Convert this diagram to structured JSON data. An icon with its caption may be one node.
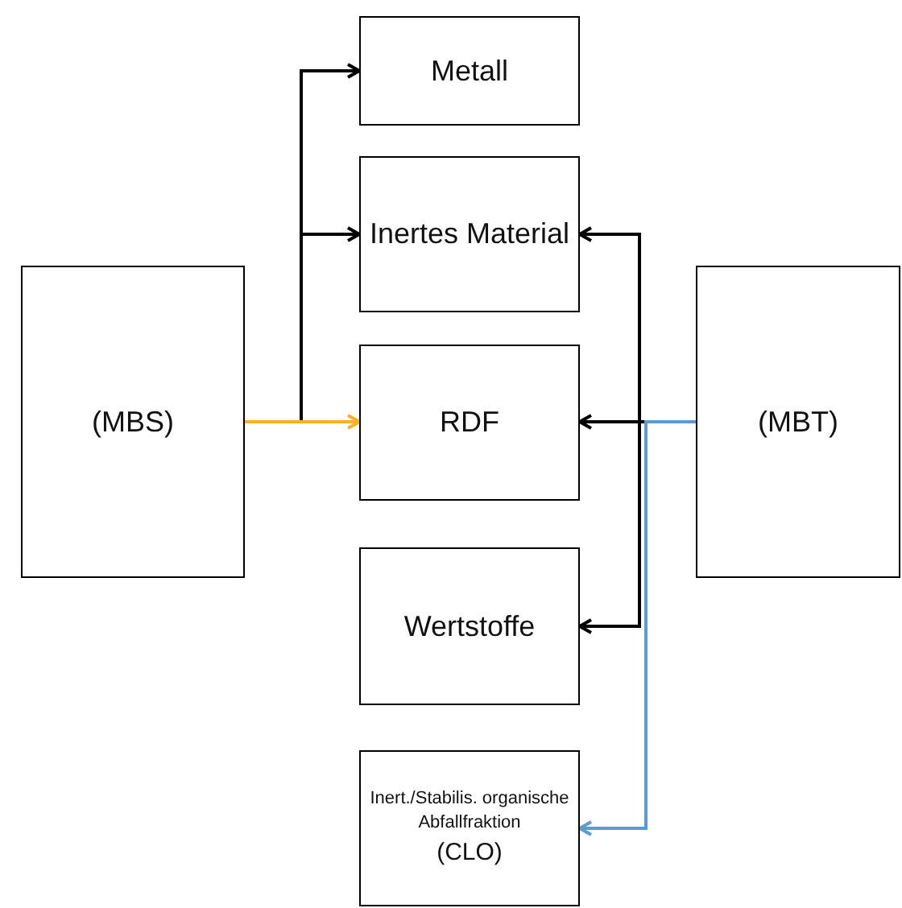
{
  "diagram": {
    "nodes": [
      {
        "text": [
          "(MBS)"
        ]
      },
      {
        "text": [
          "Metall"
        ]
      },
      {
        "text": [
          "Inertes Material"
        ]
      },
      {
        "text": [
          "RDF"
        ]
      },
      {
        "text": [
          "Wertstoffe"
        ]
      },
      {
        "text": [
          "Inert./Stabilis. organische Abfallfraktion",
          "(CLO)"
        ]
      },
      {
        "text": [
          "(MBT)"
        ]
      }
    ],
    "edges": [
      {
        "from": 0,
        "to": 1,
        "arrow": "to"
      },
      {
        "from": 0,
        "to": 2,
        "arrow": "to"
      },
      {
        "from": 0,
        "to": 3,
        "arrow": "to",
        "color": "#f5b324"
      },
      {
        "from": 6,
        "to": 2,
        "arrow": "to"
      },
      {
        "from": 6,
        "to": 3,
        "arrow": "to"
      },
      {
        "from": 6,
        "to": 4,
        "arrow": "to"
      },
      {
        "from": 6,
        "to": 5,
        "arrow": "to",
        "color": "#5b9bd5"
      }
    ]
  }
}
